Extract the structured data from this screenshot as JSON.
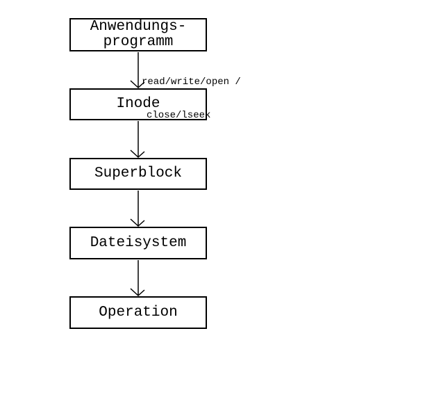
{
  "diagram": {
    "type": "flowchart",
    "direction": "top-down",
    "colors": {
      "stroke": "#000000",
      "text": "#000000",
      "box_fill": "#ffffff",
      "background": "#ffffff"
    },
    "nodes": [
      {
        "id": "anwendungsprogramm",
        "label_lines": [
          "Anwendungs-",
          "programm"
        ]
      },
      {
        "id": "inode",
        "label": "Inode"
      },
      {
        "id": "superblock",
        "label": "Superblock"
      },
      {
        "id": "dateisystem",
        "label": "Dateisystem"
      },
      {
        "id": "operation",
        "label": "Operation"
      }
    ],
    "edges": [
      {
        "from": "anwendungsprogramm",
        "to": "inode",
        "label_lines": [
          "read/write/open /",
          "close/lseek"
        ]
      },
      {
        "from": "inode",
        "to": "superblock"
      },
      {
        "from": "superblock",
        "to": "dateisystem"
      },
      {
        "from": "dateisystem",
        "to": "operation"
      }
    ]
  }
}
